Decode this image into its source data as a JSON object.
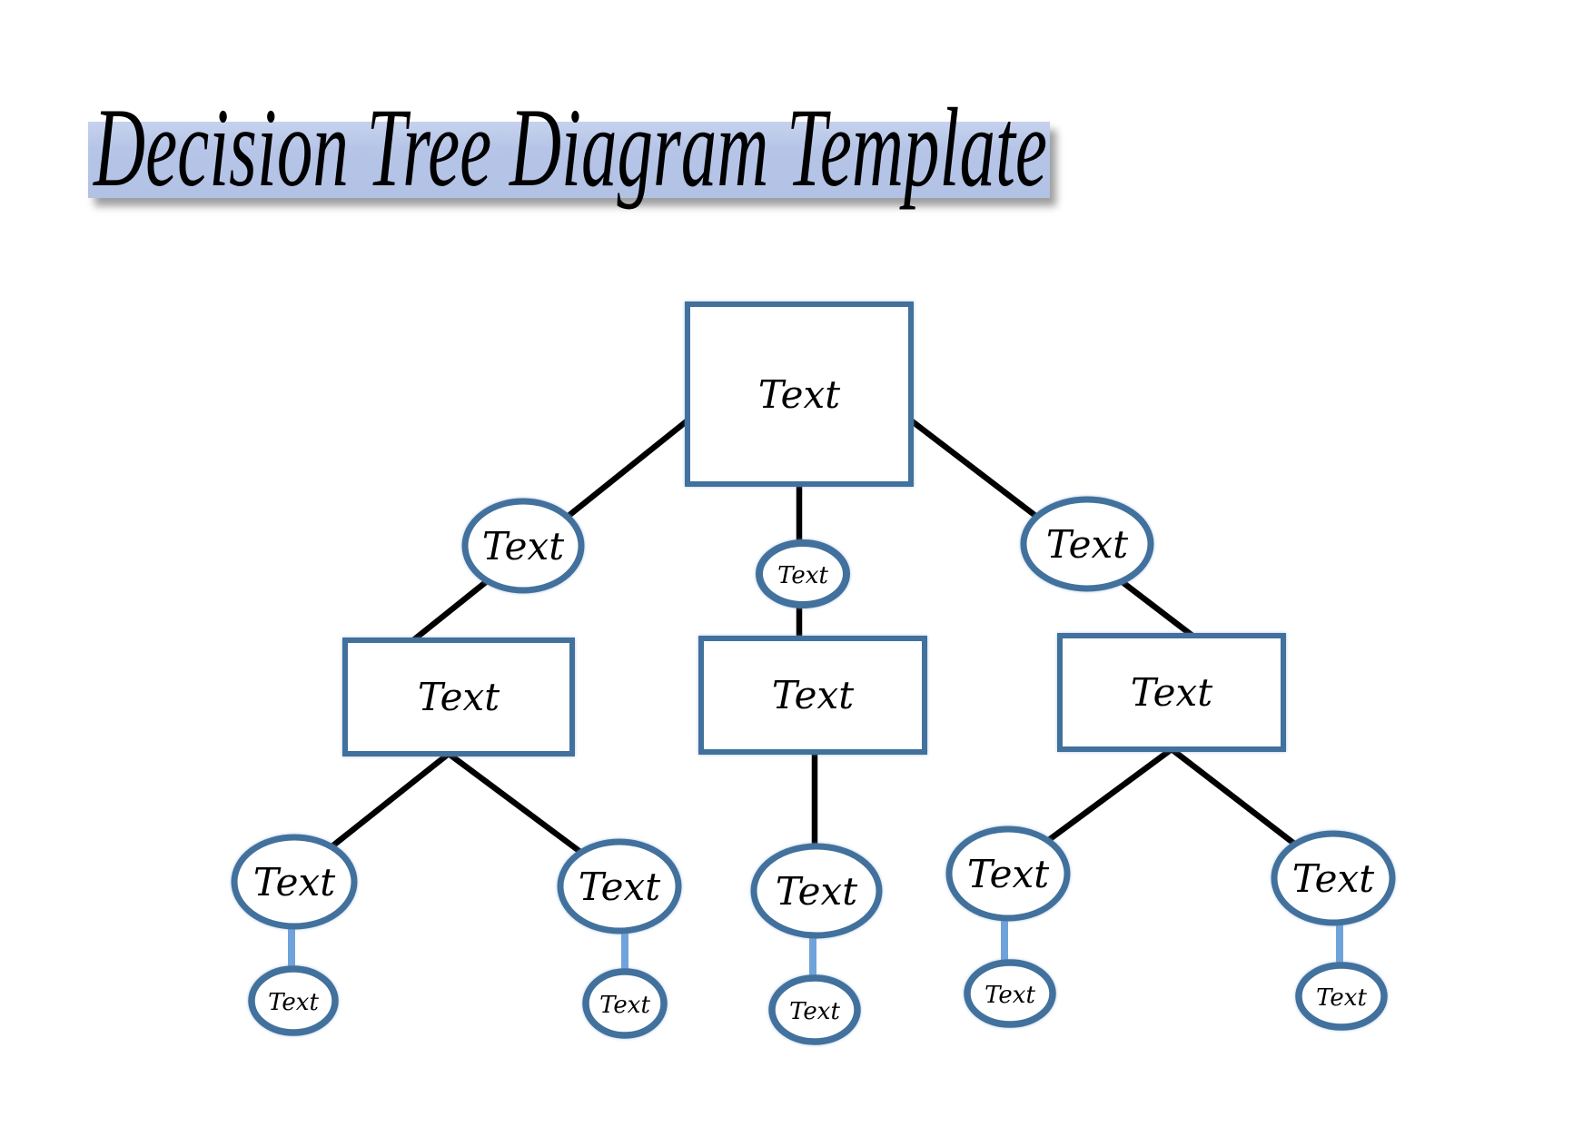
{
  "title": {
    "text": "Decision Tree Diagram Template",
    "highlight_color": "#b6c5e7"
  },
  "colors": {
    "node_border": "#41719c",
    "node_fill": "#ffffff",
    "connector_black": "#000000",
    "connector_blue": "#6fa3dc",
    "title_highlight": "#b6c5e7",
    "title_shadow": "#9e9e9e",
    "text_color": "#000000"
  },
  "diagram": {
    "root": {
      "label": "Text",
      "shape": "rectangle"
    },
    "branches": [
      {
        "label": "Text",
        "shape": "ellipse",
        "position": "left"
      },
      {
        "label": "Text",
        "shape": "ellipse",
        "position": "middle"
      },
      {
        "label": "Text",
        "shape": "ellipse",
        "position": "right"
      }
    ],
    "boxes": [
      {
        "label": "Text",
        "shape": "rectangle",
        "position": "left"
      },
      {
        "label": "Text",
        "shape": "rectangle",
        "position": "middle"
      },
      {
        "label": "Text",
        "shape": "rectangle",
        "position": "right"
      }
    ],
    "leaves": [
      {
        "label": "Text",
        "shape": "ellipse"
      },
      {
        "label": "Text",
        "shape": "ellipse"
      },
      {
        "label": "Text",
        "shape": "ellipse"
      },
      {
        "label": "Text",
        "shape": "ellipse"
      },
      {
        "label": "Text",
        "shape": "ellipse"
      }
    ],
    "subleaves": [
      {
        "label": "Text",
        "shape": "ellipse"
      },
      {
        "label": "Text",
        "shape": "ellipse"
      },
      {
        "label": "Text",
        "shape": "ellipse"
      },
      {
        "label": "Text",
        "shape": "ellipse"
      },
      {
        "label": "Text",
        "shape": "ellipse"
      }
    ]
  }
}
